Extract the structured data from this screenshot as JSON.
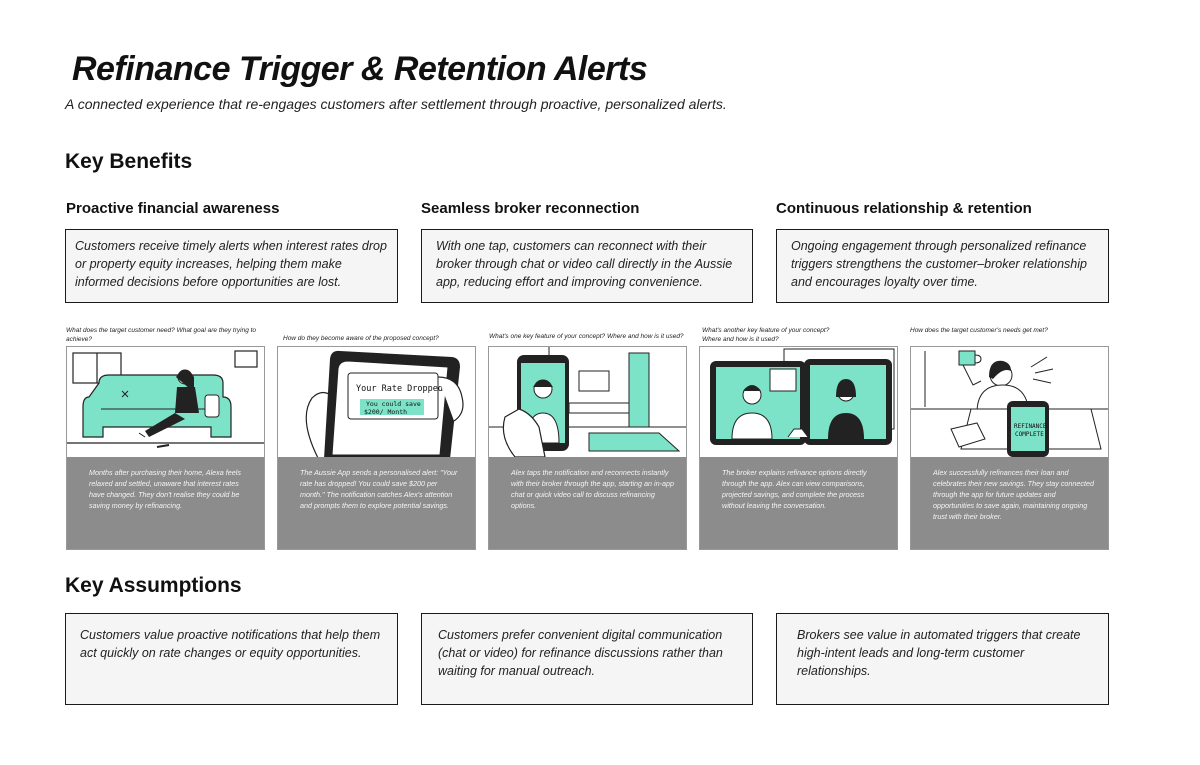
{
  "title": "Refinance Trigger & Retention Alerts",
  "subtitle": "A connected experience that re-engages customers after settlement through proactive, personalized alerts.",
  "key_benefits": {
    "heading": "Key Benefits",
    "items": [
      {
        "title": "Proactive financial awareness",
        "text": "Customers receive timely alerts when interest rates drop or property equity increases, helping them make informed decisions before opportunities are lost."
      },
      {
        "title": "Seamless broker reconnection",
        "text": "With one tap, customers can reconnect with their broker through chat or video call directly in the Aussie app, reducing effort and improving convenience."
      },
      {
        "title": "Continuous relationship & retention",
        "text": "Ongoing engagement through personalized refinance triggers strengthens the customer–broker relationship and encourages loyalty over time."
      }
    ]
  },
  "storyboard": [
    {
      "question": "What does the target customer need? What goal are they trying to achieve?",
      "caption": "Months after purchasing their home, Alexa feels relaxed and settled,  unaware that interest rates have changed. They don't realise they could be saving money by refinancing."
    },
    {
      "question": "How do they become aware of the proposed concept?",
      "caption": "The Aussie App sends a personalised alert: \"Your rate has dropped! You could save $200 per month.\" The notification catches Alex's attention and prompts them to explore potential savings.",
      "phone_title": "Your Rate Dropped!",
      "phone_line1": "You could save",
      "phone_line2": "$200/ Month"
    },
    {
      "question": "What's one key feature of your concept? Where and how is it used?",
      "caption": "Alex taps the notification and reconnects instantly with their broker through the app, starting an in-app chat or quick video call to discuss refinancing options."
    },
    {
      "question": "What's another key feature of your concept? Where and how is it used?",
      "caption": "The broker explains refinance options directly through the app. Alex can view comparisons, projected savings, and complete the process without leaving the conversation."
    },
    {
      "question": "How does the target customer's needs get met?",
      "caption": "Alex successfully refinances their loan and celebrates their new savings. They stay connected through the app for future updates and opportunities to save again, maintaining ongoing trust with their broker.",
      "screen_line1": "REFINANCE",
      "screen_line2": "COMPLETE"
    }
  ],
  "key_assumptions": {
    "heading": "Key Assumptions",
    "items": [
      {
        "text": "Customers value proactive notifications that help them act quickly on rate changes or equity opportunities."
      },
      {
        "text": "Customers prefer convenient digital communication (chat or video) for refinance discussions rather than waiting for manual outreach."
      },
      {
        "text": "Brokers see value in automated triggers that create high-intent leads and long-term customer relationships."
      }
    ]
  },
  "colors": {
    "accent": "#7de3c8",
    "caption_bg": "#8c8c8c",
    "box_bg": "#f5f5f5"
  }
}
